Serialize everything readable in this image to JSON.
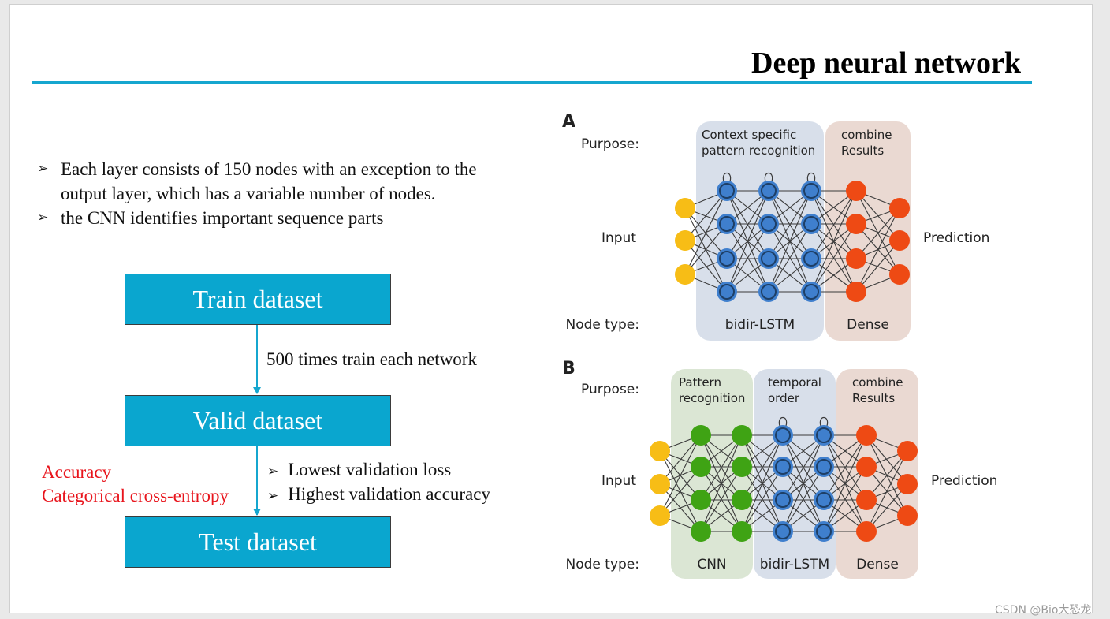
{
  "title": "Deep neural network",
  "bullets": [
    {
      "icon": "arrowhead-bullet-icon",
      "lines": [
        "Each layer consists of 150 nodes with an exception to the",
        "output layer, which has a variable number of nodes."
      ]
    },
    {
      "icon": "arrowhead-bullet-icon",
      "lines": [
        "the CNN identifies important sequence parts"
      ]
    }
  ],
  "flow": {
    "train": "Train dataset",
    "valid": "Valid dataset",
    "test": "Test dataset",
    "train_note": "500 times train each network",
    "metrics": [
      "Accuracy",
      "Categorical cross-entropy"
    ],
    "criteria": [
      "Lowest validation loss",
      "Highest validation accuracy"
    ]
  },
  "diagram_a": {
    "panel": "A",
    "row_labels": {
      "purpose": "Purpose:",
      "input": "Input",
      "node_type": "Node type:"
    },
    "output": "Prediction",
    "blocks": [
      {
        "purpose": [
          "Context specific",
          "pattern recognition"
        ],
        "type": "bidir-LSTM",
        "bg": "#d8dfea"
      },
      {
        "purpose": [
          "combine",
          "Results"
        ],
        "type": "Dense",
        "bg": "#ead9d2"
      }
    ]
  },
  "diagram_b": {
    "panel": "B",
    "row_labels": {
      "purpose": "Purpose:",
      "input": "Input",
      "node_type": "Node type:"
    },
    "output": "Prediction",
    "blocks": [
      {
        "purpose": [
          "Pattern",
          "recognition"
        ],
        "type": "CNN",
        "bg": "#dbe6d4"
      },
      {
        "purpose": [
          "temporal",
          "order"
        ],
        "type": "bidir-LSTM",
        "bg": "#d8dfea"
      },
      {
        "purpose": [
          "combine",
          "Results"
        ],
        "type": "Dense",
        "bg": "#ead9d2"
      }
    ]
  },
  "colors": {
    "accent": "#15a6cf",
    "box": "#0aa6cf",
    "metric_text": "#e8141c",
    "input_node": "#f7bd16",
    "cnn_node": "#3fa314",
    "lstm_node": "#3f7fcd",
    "dense_node": "#ee4a14"
  },
  "watermark": "CSDN @Bio大恐龙"
}
